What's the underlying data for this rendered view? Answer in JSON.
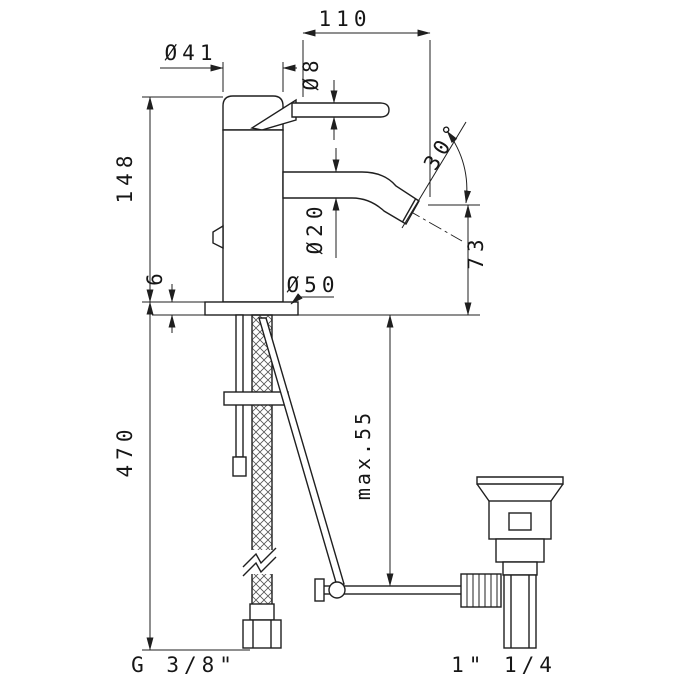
{
  "drawing": {
    "line_color": "#1f1f1f",
    "background_color": "#ffffff"
  },
  "labels": {
    "spout_reach": "110",
    "cap_diameter": "Ø41",
    "lever_rod_diameter": "Ø8",
    "body_height": "148",
    "spout_angle": "30°",
    "spout_diameter": "Ø20",
    "spout_height": "73",
    "base_thickness": "6",
    "base_diameter": "Ø50",
    "hose_length": "470",
    "max_deck_thickness": "max.55",
    "inlet_thread": "G 3/8\"",
    "waste_size": "1\" 1/4"
  }
}
